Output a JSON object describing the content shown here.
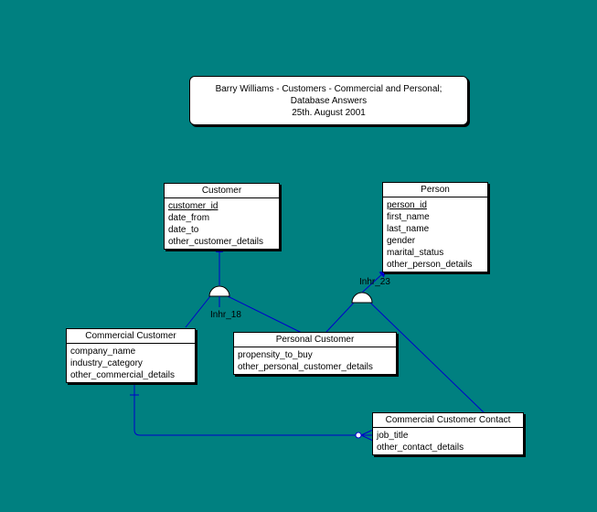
{
  "title": {
    "lines": [
      "Barry Williams - Customers - Commercial and Personal;",
      "Database Answers",
      "25th. August 2001"
    ]
  },
  "entities": {
    "customer": {
      "name": "Customer",
      "attributes": [
        {
          "text": "customer_id",
          "pk": true
        },
        {
          "text": "date_from",
          "pk": false
        },
        {
          "text": "date_to",
          "pk": false
        },
        {
          "text": "other_customer_details",
          "pk": false
        }
      ]
    },
    "person": {
      "name": "Person",
      "attributes": [
        {
          "text": "person_id",
          "pk": true
        },
        {
          "text": "first_name",
          "pk": false
        },
        {
          "text": "last_name",
          "pk": false
        },
        {
          "text": "gender",
          "pk": false
        },
        {
          "text": "marital_status",
          "pk": false
        },
        {
          "text": "other_person_details",
          "pk": false
        }
      ]
    },
    "commercial": {
      "name": "Commercial Customer",
      "attributes": [
        {
          "text": "company_name",
          "pk": false
        },
        {
          "text": "industry_category",
          "pk": false
        },
        {
          "text": "other_commercial_details",
          "pk": false
        }
      ]
    },
    "personal": {
      "name": "Personal Customer",
      "attributes": [
        {
          "text": "propensity_to_buy",
          "pk": false
        },
        {
          "text": "other_personal_customer_details",
          "pk": false
        }
      ]
    },
    "contact": {
      "name": "Commercial Customer Contact",
      "attributes": [
        {
          "text": "job_title",
          "pk": false
        },
        {
          "text": "other_contact_details",
          "pk": false
        }
      ]
    }
  },
  "inheritances": {
    "inh18": {
      "label": "Inhr_18"
    },
    "inh23": {
      "label": "Inhr_23"
    }
  },
  "colors": {
    "background": "#008080",
    "line": "#0000cc",
    "box": "#ffffff"
  }
}
